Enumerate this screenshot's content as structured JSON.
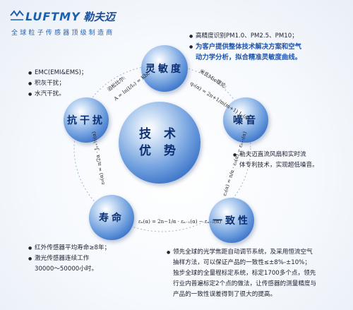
{
  "logo": {
    "brand": "LUFTMY",
    "brand_cn": "勒夫迈",
    "tagline": "全球粒子传感器顶级制造商",
    "icon": "luftmy-logo-mark"
  },
  "center": {
    "line1": "技 术",
    "line2": "优 势"
  },
  "nodes": {
    "sensitivity": "灵敏度",
    "noise": "噪音",
    "consistency": "一致性",
    "lifetime": "寿命",
    "interference": "抗干扰"
  },
  "formulas": {
    "mie": "米氏Mie理论:",
    "mie_eq": "q₀(α) = 2π+1/m(m+1) Jₘ(α)…",
    "poisson": "泊松比尔:",
    "poisson_eq": "A = ln(I/I₀) = Kbc",
    "noise_eq": "ε₂(α) = n/α · ε₀(α) − εₙ₊₁(α)",
    "consistency_eq": "εₙ(α) = 2n−1/α · εₙ₋₁(α) − εₙ₋₂(α)",
    "lifetime_eq": "ε₀(α) = π/2α · Jₙ₊½(α)"
  },
  "sensitivity_items": [
    {
      "text": "高精度识别PM1.0、PM2.5、PM10；",
      "bullet": true,
      "blue": false
    },
    {
      "text": "为客户提供整体技术解决方案和空气",
      "bullet": true,
      "blue": true
    },
    {
      "text": "动力学分析，拟合精准灵敏度曲线。",
      "bullet": false,
      "blue": true
    }
  ],
  "interference_items": [
    {
      "text": "EMC(EMI&EMS)；",
      "bullet": true
    },
    {
      "text": "积灰干扰；",
      "bullet": true
    },
    {
      "text": "水汽干扰。",
      "bullet": true
    }
  ],
  "noise_items": [
    {
      "text": "勒夫迈直流风扇和实时流",
      "bullet": true
    },
    {
      "text": "体专利技术，实现超低噪音。",
      "bullet": false
    }
  ],
  "lifetime_items": [
    {
      "text": "红外传感器平均寿命≥8年；",
      "bullet": true
    },
    {
      "text": "激光传感器连续工作",
      "bullet": true
    },
    {
      "text": "30000～50000小时。",
      "bullet": false
    }
  ],
  "consistency_items": [
    {
      "text": "领先全球的光学焦距自动调节系统，及采用恒流空气",
      "bullet": true
    },
    {
      "text": "抽样方法，可以保证产品的一致性≤±8%-±10%；",
      "bullet": false
    },
    {
      "text": "独步全球的全量程标定系统，标定1700多个点，领先",
      "bullet": false
    },
    {
      "text": "行业内普遍标定2个点的做法，让传感器的测量精度与",
      "bullet": false
    },
    {
      "text": "产品的一致性误差得到了很大的提高。",
      "bullet": false
    }
  ],
  "colors": {
    "brand": "#1c5fae",
    "circle": "#2f68c2",
    "highlight": "#1d56b0"
  }
}
